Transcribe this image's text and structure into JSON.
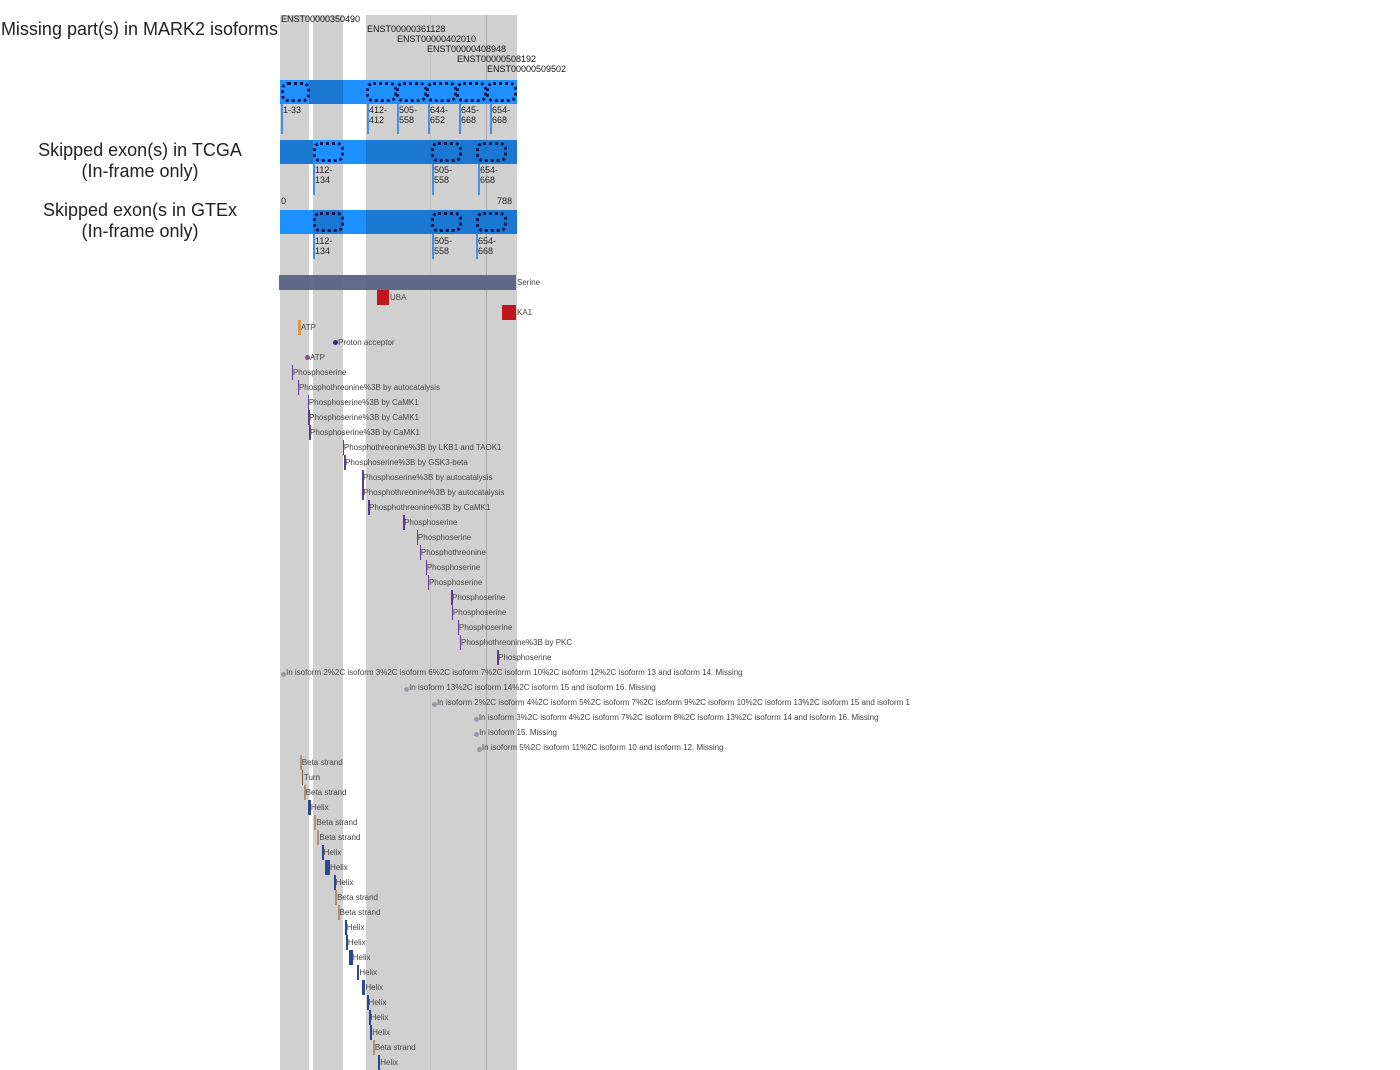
{
  "gene_length": 788,
  "side_labels": {
    "missing": "Missing part(s) in MARK2 isoforms",
    "tcga_1": "Skipped exon(s) in TCGA",
    "tcga_2": "(In-frame only)",
    "gtex_1": "Skipped exon(s in GTEx",
    "gtex_2": "(In-frame only)"
  },
  "isoforms": [
    "ENST00000350490",
    "ENST00000361128",
    "ENST00000402010",
    "ENST00000408948",
    "ENST00000508192",
    "ENST00000509502"
  ],
  "missing_regions": [
    "1-33",
    "412-412",
    "505-558",
    "644-652",
    "645-668",
    "654-668"
  ],
  "tcga_regions": [
    "112-134",
    "505-558",
    "654-668"
  ],
  "gtex_regions": [
    "112-134",
    "505-558",
    "654-668"
  ],
  "axis": {
    "start": "0",
    "end": "788"
  },
  "colors": {
    "bar_bright": "#1e90ff",
    "bar_dark": "#1a78d2",
    "domain": "#5a6384",
    "red": "#c0171f",
    "phospho": "#5b3c96",
    "atp": "#d49a50",
    "helix": "#2e4590",
    "strand": "#b09078",
    "missing_dot": "#9a9aa6"
  },
  "features": [
    {
      "label": "Serine",
      "start": 1,
      "end": 788,
      "type": "domain"
    },
    {
      "label": "UBA",
      "start": 324,
      "end": 364,
      "type": "red"
    },
    {
      "label": "KA1",
      "start": 741,
      "end": 788,
      "type": "red"
    },
    {
      "label": "ATP",
      "start": 60,
      "end": 70,
      "type": "atp"
    },
    {
      "label": "Proton acceptor",
      "start": 184,
      "end": 184,
      "type": "dot",
      "color": "#3a2470"
    },
    {
      "label": "ATP",
      "start": 90,
      "end": 90,
      "type": "dot",
      "color": "#a0408a"
    },
    {
      "label": "Phosphoserine",
      "start": 40,
      "end": 40,
      "type": "phospho"
    },
    {
      "label": "Phosphothreonine%3B by autocatalysis",
      "start": 60,
      "end": 60,
      "type": "phospho"
    },
    {
      "label": "Phosphoserine%3B by CaMK1",
      "start": 93,
      "end": 93,
      "type": "phospho"
    },
    {
      "label": "Phosphoserine%3B by CaMK1",
      "start": 94,
      "end": 94,
      "type": "phospho"
    },
    {
      "label": "Phosphoserine%3B by CaMK1",
      "start": 97,
      "end": 97,
      "type": "phospho"
    },
    {
      "label": "Phosphothreonine%3B by LKB1 and TAOK1",
      "start": 210,
      "end": 210,
      "type": "phospho"
    },
    {
      "label": "Phosphoserine%3B by GSK3-beta",
      "start": 214,
      "end": 214,
      "type": "phospho"
    },
    {
      "label": "Phosphoserine%3B by autocatalysis",
      "start": 274,
      "end": 274,
      "type": "phospho"
    },
    {
      "label": "Phosphothreonine%3B by autocatalysis",
      "start": 275,
      "end": 275,
      "type": "phospho"
    },
    {
      "label": "Phosphothreonine%3B by CaMK1",
      "start": 294,
      "end": 294,
      "type": "phospho"
    },
    {
      "label": "Phosphoserine",
      "start": 411,
      "end": 411,
      "type": "phospho"
    },
    {
      "label": "Phosphoserine",
      "start": 457,
      "end": 457,
      "type": "phospho"
    },
    {
      "label": "Phosphothreonine",
      "start": 467,
      "end": 467,
      "type": "phospho"
    },
    {
      "label": "Phosphoserine",
      "start": 487,
      "end": 487,
      "type": "phospho"
    },
    {
      "label": "Phosphoserine",
      "start": 494,
      "end": 494,
      "type": "phospho"
    },
    {
      "label": "Phosphoserine",
      "start": 571,
      "end": 571,
      "type": "phospho"
    },
    {
      "label": "Phosphoserine",
      "start": 574,
      "end": 574,
      "type": "phospho"
    },
    {
      "label": "Phosphoserine",
      "start": 594,
      "end": 594,
      "type": "phospho"
    },
    {
      "label": "Phosphothreonine%3B by PKC",
      "start": 601,
      "end": 601,
      "type": "phospho"
    },
    {
      "label": "Phosphoserine",
      "start": 725,
      "end": 725,
      "type": "phospho"
    },
    {
      "label": "In isoform 2%2C isoform 3%2C isoform 6%2C isoform 7%2C isoform 10%2C isoform 12%2C isoform 13 and isoform 14. Missing",
      "start": 10,
      "end": 10,
      "type": "missing"
    },
    {
      "label": "In isoform 13%2C isoform 14%2C isoform 15 and isoform 16. Missing",
      "start": 421,
      "end": 421,
      "type": "missing"
    },
    {
      "label": "In isoform 2%2C isoform 4%2C isoform 5%2C isoform 7%2C isoform 9%2C isoform 10%2C isoform 13%2C isoform 15 and isoform 1",
      "start": 514,
      "end": 514,
      "type": "missing"
    },
    {
      "label": "In isoform 3%2C isoform 4%2C isoform 7%2C isoform 8%2C isoform 13%2C isoform 14 and isoform 16. Missing",
      "start": 654,
      "end": 654,
      "type": "missing"
    },
    {
      "label": "In isoform 15. Missing",
      "start": 655,
      "end": 655,
      "type": "missing"
    },
    {
      "label": "In isoform 5%2C isoform 11%2C isoform 10 and isoform 12. Missing",
      "start": 664,
      "end": 664,
      "type": "missing"
    },
    {
      "label": "Beta strand",
      "start": 66,
      "end": 72,
      "type": "strand"
    },
    {
      "label": "Turn",
      "start": 73,
      "end": 74,
      "type": "turn"
    },
    {
      "label": "Beta strand",
      "start": 79,
      "end": 84,
      "type": "strand"
    },
    {
      "label": "Helix",
      "start": 92,
      "end": 103,
      "type": "helix"
    },
    {
      "label": "Beta strand",
      "start": 115,
      "end": 121,
      "type": "strand"
    },
    {
      "label": "Beta strand",
      "start": 125,
      "end": 131,
      "type": "strand"
    },
    {
      "label": "Helix",
      "start": 139,
      "end": 144,
      "type": "helix"
    },
    {
      "label": "Helix",
      "start": 149,
      "end": 167,
      "type": "helix"
    },
    {
      "label": "Helix",
      "start": 179,
      "end": 182,
      "type": "helix"
    },
    {
      "label": "Beta strand",
      "start": 184,
      "end": 186,
      "type": "strand"
    },
    {
      "label": "Beta strand",
      "start": 192,
      "end": 194,
      "type": "strand"
    },
    {
      "label": "Helix",
      "start": 216,
      "end": 217,
      "type": "helix"
    },
    {
      "label": "Helix",
      "start": 220,
      "end": 223,
      "type": "helix"
    },
    {
      "label": "Helix",
      "start": 229,
      "end": 243,
      "type": "helix"
    },
    {
      "label": "Helix",
      "start": 256,
      "end": 265,
      "type": "helix"
    },
    {
      "label": "Helix",
      "start": 275,
      "end": 285,
      "type": "helix"
    },
    {
      "label": "Helix",
      "start": 289,
      "end": 291,
      "type": "helix"
    },
    {
      "label": "Helix",
      "start": 296,
      "end": 299,
      "type": "helix"
    },
    {
      "label": "Helix",
      "start": 301,
      "end": 304,
      "type": "helix"
    },
    {
      "label": "Beta strand",
      "start": 310,
      "end": 312,
      "type": "strand"
    },
    {
      "label": "Helix",
      "start": 328,
      "end": 333,
      "type": "helix"
    }
  ]
}
